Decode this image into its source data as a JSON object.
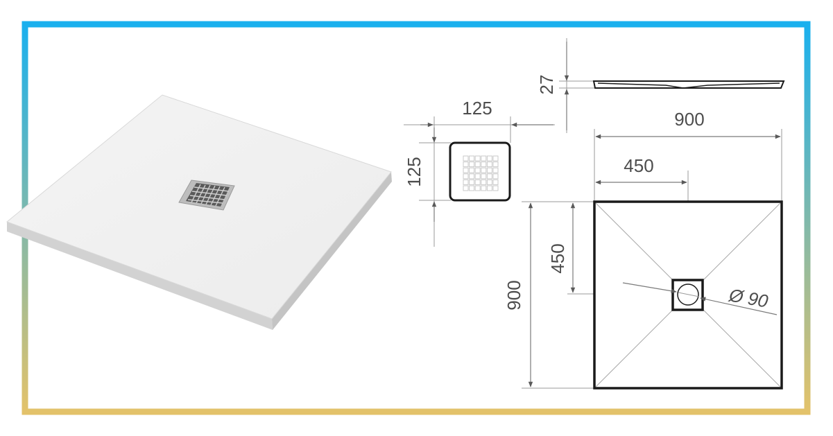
{
  "frame": {
    "gradient_top": "#1ab0ee",
    "gradient_bottom": "#e3c26a"
  },
  "dimensions": {
    "drain_width": "125",
    "drain_height": "125",
    "tray_thickness": "27",
    "tray_width": "900",
    "tray_half_width": "450",
    "tray_depth": "900",
    "tray_half_depth": "450",
    "drain_diameter": "Ø 90"
  }
}
